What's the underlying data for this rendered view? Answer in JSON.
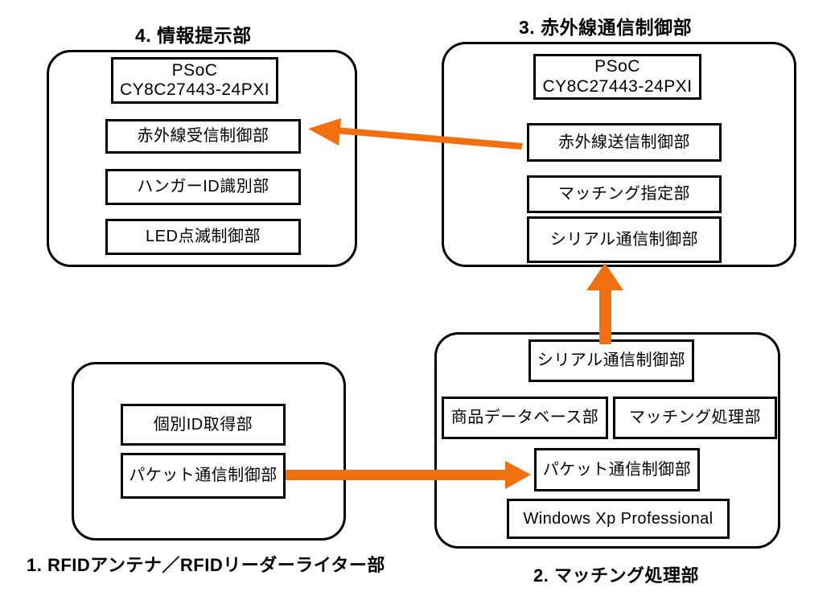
{
  "diagram": {
    "title_hidden": "",
    "accent_color": "#F26F10",
    "line_color": "#000000",
    "background": "#FFFFFF",
    "groups": [
      {
        "id": "information-presentation",
        "number": "4.",
        "title": "4. 情報提示部",
        "title_position": "top",
        "modules": [
          {
            "id": "psoc-4",
            "label": "PSoC\nCY8C27443-24PXI"
          },
          {
            "id": "ir-receive",
            "label": "赤外線受信制御部"
          },
          {
            "id": "hanger-id",
            "label": "ハンガーID識別部"
          },
          {
            "id": "led-blink",
            "label": "LED点滅制御部"
          }
        ]
      },
      {
        "id": "infrared-communication-control",
        "number": "3.",
        "title": "3. 赤外線通信制御部",
        "title_position": "top",
        "modules": [
          {
            "id": "psoc-3",
            "label": "PSoC\nCY8C27443-24PXI"
          },
          {
            "id": "ir-transmit",
            "label": "赤外線送信制御部"
          },
          {
            "id": "matching-assign",
            "label": "マッチング指定部"
          },
          {
            "id": "serial-comm-3",
            "label": "シリアル通信制御部"
          }
        ]
      },
      {
        "id": "rfid-antenna-reader-writer",
        "number": "1.",
        "title": "1. RFIDアンテナ／RFIDリーダーライター部",
        "title_position": "bottom",
        "modules": [
          {
            "id": "individual-id",
            "label": "個別ID取得部"
          },
          {
            "id": "packet-comm-1",
            "label": "パケット通信制御部"
          }
        ]
      },
      {
        "id": "matching-processing",
        "number": "2.",
        "title": "2. マッチング処理部",
        "title_position": "bottom",
        "modules": [
          {
            "id": "serial-comm-2",
            "label": "シリアル通信制御部"
          },
          {
            "id": "product-database",
            "label": "商品データベース部"
          },
          {
            "id": "matching-process",
            "label": "マッチング処理部"
          },
          {
            "id": "packet-comm-2",
            "label": "パケット通信制御部"
          },
          {
            "id": "operating-system",
            "label": "Windows Xp Professional"
          }
        ]
      }
    ],
    "arrows": [
      {
        "id": "ir-transmit-to-ir-receive",
        "from": "赤外線送信制御部",
        "to": "赤外線受信制御部",
        "direction": "left"
      },
      {
        "id": "serial-comm-2-to-serial-comm-3",
        "from": "シリアル通信制御部",
        "to": "シリアル通信制御部",
        "direction": "up"
      },
      {
        "id": "packet-comm-1-to-packet-comm-2",
        "from": "パケット通信制御部",
        "to": "パケット通信制御部",
        "direction": "right"
      }
    ]
  }
}
